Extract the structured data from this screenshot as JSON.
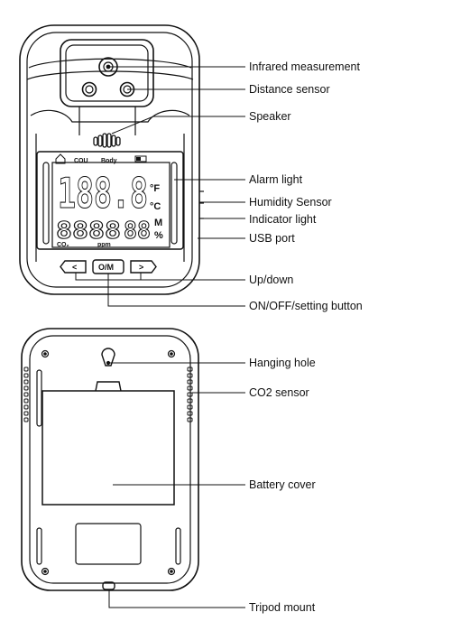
{
  "front_labels": {
    "infrared": "Infrared measurement",
    "distance": "Distance sensor",
    "speaker": "Speaker",
    "alarm": "Alarm light",
    "humidity": "Humidity Sensor",
    "indicator": "Indicator light",
    "usb": "USB port",
    "updown": "Up/down",
    "onoff": "ON/OFF/setting button"
  },
  "back_labels": {
    "hanging": "Hanging hole",
    "co2": "CO2 sensor",
    "battery": "Battery cover",
    "tripod": "Tripod mount"
  },
  "lcd": {
    "top_left": "COU",
    "top_mid": "Body",
    "main_digits": "188.8",
    "unit_f": "°F",
    "unit_c": "°C",
    "small_digits": "8888",
    "small_digits2": "88",
    "unit_m": "M",
    "unit_pct": "%",
    "co2_label": "CO₂",
    "ppm_label": "ppm"
  },
  "buttons": {
    "left": "<",
    "center": "O/M",
    "right": ">"
  }
}
